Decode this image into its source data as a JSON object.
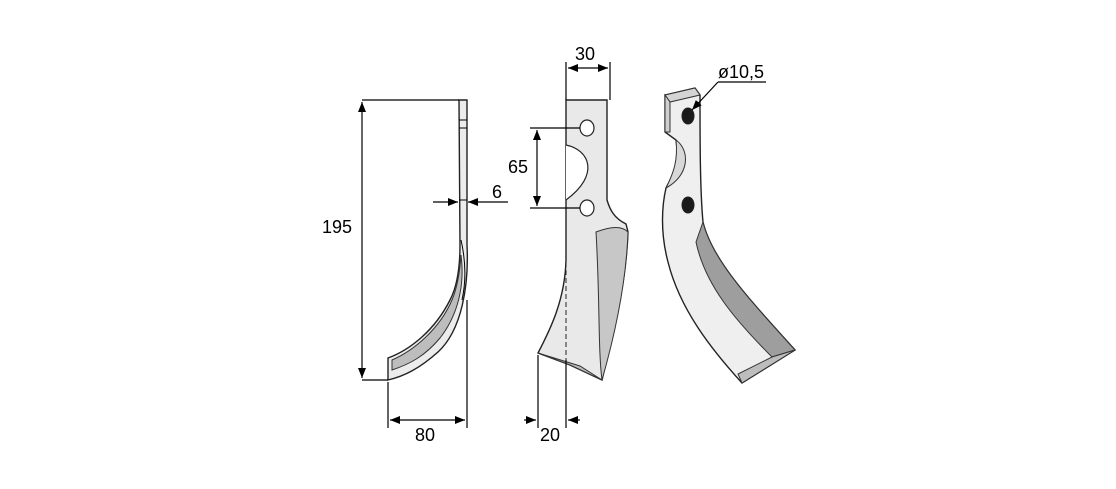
{
  "diagram": {
    "dimensions": {
      "height": "195",
      "thickness": "6",
      "base_width": "80",
      "top_width": "30",
      "hole_spacing": "65",
      "tip_width": "20",
      "hole_diameter": "ø10,5"
    }
  },
  "colors": {
    "blade_fill": "#ededed",
    "blade_shade": "#c9c9c9",
    "blade_dark": "#a9a9a9",
    "stroke": "#222222"
  }
}
